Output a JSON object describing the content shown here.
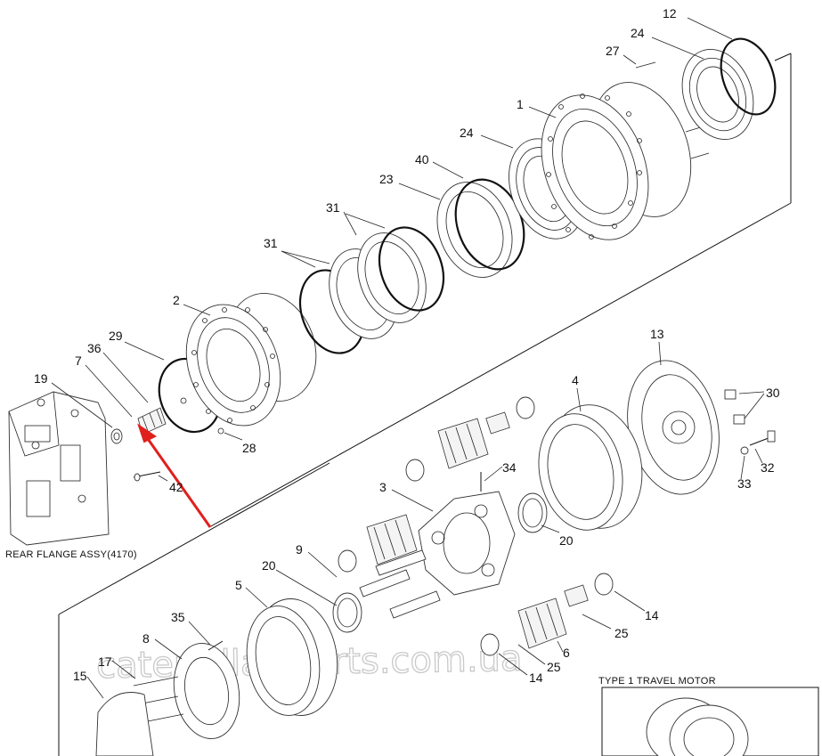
{
  "diagram": {
    "callouts": [
      {
        "id": "c12",
        "text": "12"
      },
      {
        "id": "c24a",
        "text": "24"
      },
      {
        "id": "c27",
        "text": "27"
      },
      {
        "id": "c1",
        "text": "1"
      },
      {
        "id": "c24b",
        "text": "24"
      },
      {
        "id": "c40",
        "text": "40"
      },
      {
        "id": "c23",
        "text": "23"
      },
      {
        "id": "c31a",
        "text": "31"
      },
      {
        "id": "c31b",
        "text": "31"
      },
      {
        "id": "c2",
        "text": "2"
      },
      {
        "id": "c29",
        "text": "29"
      },
      {
        "id": "c36",
        "text": "36"
      },
      {
        "id": "c7",
        "text": "7"
      },
      {
        "id": "c19",
        "text": "19"
      },
      {
        "id": "c28",
        "text": "28"
      },
      {
        "id": "c42",
        "text": "42"
      },
      {
        "id": "c13",
        "text": "13"
      },
      {
        "id": "c30",
        "text": "30"
      },
      {
        "id": "c4",
        "text": "4"
      },
      {
        "id": "c34",
        "text": "34"
      },
      {
        "id": "c3",
        "text": "3"
      },
      {
        "id": "c32",
        "text": "32"
      },
      {
        "id": "c33",
        "text": "33"
      },
      {
        "id": "c20a",
        "text": "20"
      },
      {
        "id": "c9",
        "text": "9"
      },
      {
        "id": "c20b",
        "text": "20"
      },
      {
        "id": "c5",
        "text": "5"
      },
      {
        "id": "c14a",
        "text": "14"
      },
      {
        "id": "c25a",
        "text": "25"
      },
      {
        "id": "c6",
        "text": "6"
      },
      {
        "id": "c25b",
        "text": "25"
      },
      {
        "id": "c14b",
        "text": "14"
      },
      {
        "id": "c35",
        "text": "35"
      },
      {
        "id": "c8",
        "text": "8"
      },
      {
        "id": "c17",
        "text": "17"
      },
      {
        "id": "c15",
        "text": "15"
      }
    ],
    "labels": {
      "rear_flange": "REAR FLANGE ASSY(4170)",
      "type1": "TYPE 1 TRAVEL MOTOR"
    },
    "watermark": "caterpillar-parts.com.ua",
    "arrow_color": "#e0201c"
  }
}
